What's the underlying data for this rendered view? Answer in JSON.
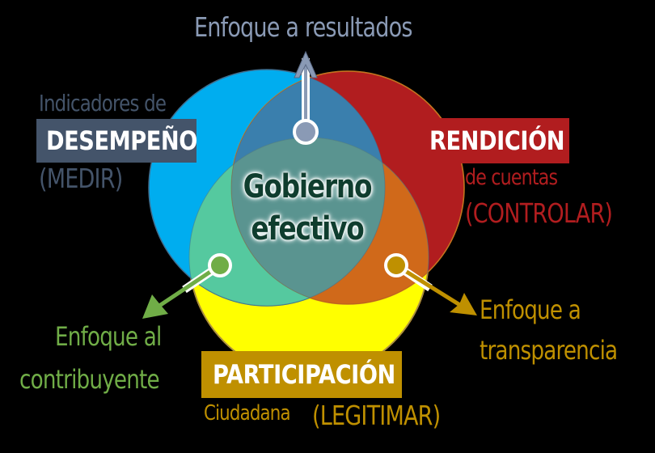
{
  "center": {
    "line1": "Gobierno",
    "line2": "efectivo"
  },
  "top_arrow": {
    "label": "Enfoque a resultados",
    "color": "#8a9ab5"
  },
  "blue_circle": {
    "intro": "Indicadores de",
    "box_label": "DESEMPEÑO",
    "sub": "(MEDIR)",
    "color": "#00adef",
    "box_color": "#44546a",
    "text_color": "#44546a"
  },
  "red_circle": {
    "box_label": "RENDICIÓN",
    "sub1": "de cuentas",
    "sub2": "(CONTROLAR)",
    "color": "#b11d1f",
    "text_color": "#b11d1f"
  },
  "yellow_circle": {
    "box_label": "PARTICIPACIÓN",
    "sub1": "Ciudadana",
    "sub2": "(LEGITIMAR)",
    "color": "#ffff00",
    "box_color": "#bf9000",
    "text_color": "#bf9000"
  },
  "left_arrow": {
    "line1": "Enfoque al",
    "line2": "contribuyente",
    "color": "#70ad47"
  },
  "right_arrow": {
    "line1": "Enfoque a",
    "line2": "transparencia",
    "color": "#bf9000"
  },
  "overlap_colors": {
    "blue_red": "#3a7fad",
    "blue_yellow": "#55c99f",
    "red_yellow": "#d0691a",
    "all": "#5a9490"
  }
}
